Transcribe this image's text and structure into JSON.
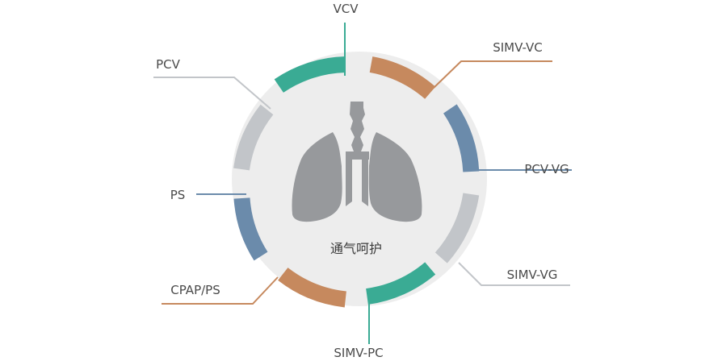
{
  "center": {
    "label": "通气呵护",
    "icon": "lungs-icon"
  },
  "colors": {
    "green": "#3aab94",
    "brown": "#c6895e",
    "blue": "#6b8bab",
    "lightgray": "#c2c5c9",
    "disc": "#ededed",
    "lung": "#97999c"
  },
  "modes": [
    {
      "id": "vcv",
      "label": "VCV",
      "color": "#3aab94"
    },
    {
      "id": "simv-vc",
      "label": "SIMV-VC",
      "color": "#c6895e"
    },
    {
      "id": "pcv-vg",
      "label": "PCV-VG",
      "color": "#6b8bab"
    },
    {
      "id": "simv-vg",
      "label": "SIMV-VG",
      "color": "#c2c5c9"
    },
    {
      "id": "simv-pc",
      "label": "SIMV-PC",
      "color": "#3aab94"
    },
    {
      "id": "cpap-ps",
      "label": "CPAP/PS",
      "color": "#c6895e"
    },
    {
      "id": "ps",
      "label": "PS",
      "color": "#6b8bab"
    },
    {
      "id": "pcv",
      "label": "PCV",
      "color": "#c2c5c9"
    }
  ]
}
